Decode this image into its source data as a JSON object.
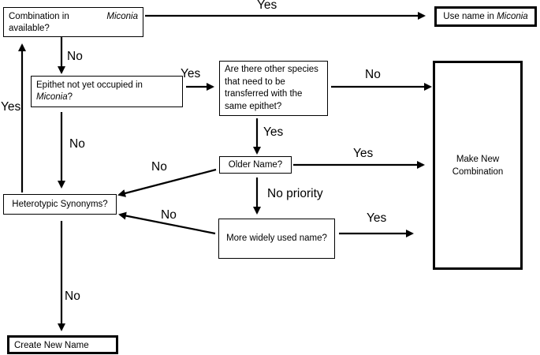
{
  "nodes": {
    "combination_available": {
      "pre": "Combination in ",
      "genus": "Miconia",
      "post": " available?"
    },
    "use_name": {
      "pre": "Use name in ",
      "genus": "Miconia"
    },
    "epithet_unoccupied": {
      "pre": "Epithet not yet occupied in ",
      "genus": "Miconia",
      "post": "?"
    },
    "other_species": "Are there other species that need to be transferred with the same epithet?",
    "make_new_combination": "Make New Combination",
    "older_name": "Older Name?",
    "heterotypic_synonyms": "Heterotypic Synonyms?",
    "more_widely_used": "More widely used name?",
    "create_new_name": "Create New Name"
  },
  "edge_labels": {
    "combination_to_use_name": "Yes",
    "combination_to_epithet": "No",
    "epithet_to_other_species": "Yes",
    "other_species_to_make": "No",
    "epithet_to_synonyms": "No",
    "other_species_to_older": "Yes",
    "older_to_make": "Yes",
    "older_to_synonyms": "No",
    "older_to_widely_used": "No priority",
    "widely_used_to_synonyms": "No",
    "widely_used_to_make": "Yes",
    "synonyms_to_combination": "Yes",
    "synonyms_to_create": "No"
  }
}
